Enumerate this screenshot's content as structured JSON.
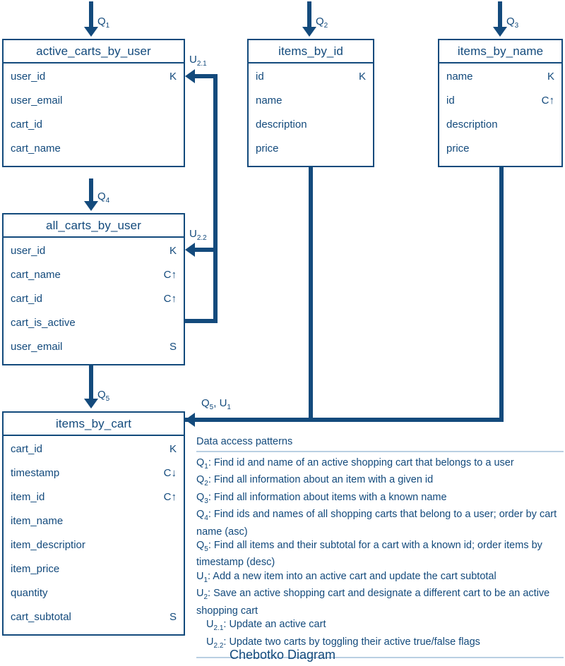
{
  "theme": {
    "ink": "#134a7c",
    "rule": "#b9cfe2",
    "paper": "#ffffff"
  },
  "caption": "Chebotko Diagram",
  "tables": [
    {
      "name": "active_carts_by_user",
      "rows": [
        {
          "column": "user_id",
          "marker": "K"
        },
        {
          "column": "user_email",
          "marker": ""
        },
        {
          "column": "cart_id",
          "marker": ""
        },
        {
          "column": "cart_name",
          "marker": ""
        }
      ]
    },
    {
      "name": "items_by_id",
      "rows": [
        {
          "column": "id",
          "marker": "K"
        },
        {
          "column": "name",
          "marker": ""
        },
        {
          "column": "description",
          "marker": ""
        },
        {
          "column": "price",
          "marker": ""
        }
      ]
    },
    {
      "name": "items_by_name",
      "rows": [
        {
          "column": "name",
          "marker": "K"
        },
        {
          "column": "id",
          "marker": "C↑"
        },
        {
          "column": "description",
          "marker": ""
        },
        {
          "column": "price",
          "marker": ""
        }
      ]
    },
    {
      "name": "all_carts_by_user",
      "rows": [
        {
          "column": "user_id",
          "marker": "K"
        },
        {
          "column": "cart_name",
          "marker": "C↑"
        },
        {
          "column": "cart_id",
          "marker": "C↑"
        },
        {
          "column": "cart_is_active",
          "marker": ""
        },
        {
          "column": "user_email",
          "marker": "S"
        }
      ]
    },
    {
      "name": "items_by_cart",
      "rows": [
        {
          "column": "cart_id",
          "marker": "K"
        },
        {
          "column": "timestamp",
          "marker": "C↓"
        },
        {
          "column": "item_id",
          "marker": "C↑"
        },
        {
          "column": "item_name",
          "marker": ""
        },
        {
          "column": "item_descriptior",
          "marker": ""
        },
        {
          "column": "item_price",
          "marker": ""
        },
        {
          "column": "quantity",
          "marker": ""
        },
        {
          "column": "cart_subtotal",
          "marker": "S"
        }
      ]
    }
  ],
  "edge_labels": {
    "q1": "Q",
    "q1sub": "1",
    "q2": "Q",
    "q2sub": "2",
    "q3": "Q",
    "q3sub": "3",
    "q4": "Q",
    "q4sub": "4",
    "q5": "Q",
    "q5sub": "5",
    "u21": "U",
    "u21sub": "2.1",
    "u22": "U",
    "u22sub": "2.2",
    "q5u1_a": "Q",
    "q5u1_asub": "5",
    "q5u1_mid": ", U",
    "q5u1_bsub": "1"
  },
  "legend": {
    "title": "Data access patterns",
    "items": [
      {
        "key": "Q",
        "sub": "1",
        "text": ": Find id and name of an active shopping cart that belongs to a user",
        "indent": false
      },
      {
        "key": "Q",
        "sub": "2",
        "text": ": Find all information about an item with a given id",
        "indent": false
      },
      {
        "key": "Q",
        "sub": "3",
        "text": ": Find all information about items with a known name",
        "indent": false
      },
      {
        "key": "Q",
        "sub": "4",
        "text": ": Find ids and names of all shopping carts that belong to a user; order by cart name (asc)",
        "indent": false
      },
      {
        "key": "Q",
        "sub": "5",
        "text": ": Find all items and their subtotal for a cart with a known id; order items by timestamp (desc)",
        "indent": false
      },
      {
        "key": "U",
        "sub": "1",
        "text": ": Add a new item into an active cart and update the cart subtotal",
        "indent": false
      },
      {
        "key": "U",
        "sub": "2",
        "text": ": Save an active shopping cart and designate a different cart to be an active shopping cart",
        "indent": false
      },
      {
        "key": "U",
        "sub": "2.1",
        "text": ": Update an active cart",
        "indent": true
      },
      {
        "key": "U",
        "sub": "2.2",
        "text": ": Update two carts by toggling their active true/false flags",
        "indent": true
      }
    ]
  }
}
